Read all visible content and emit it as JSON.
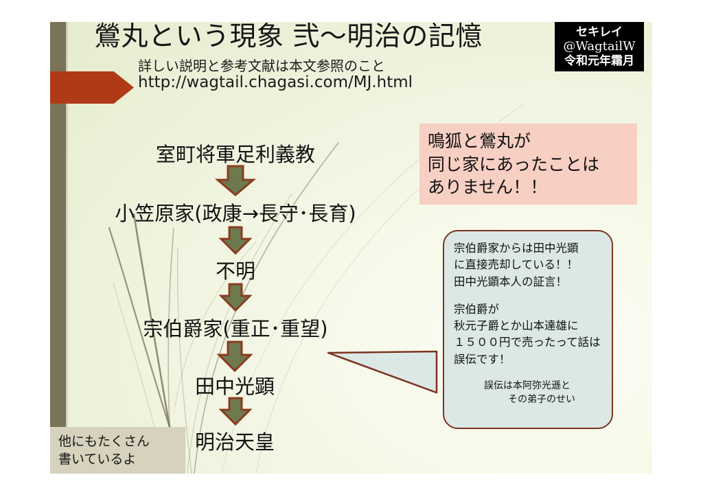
{
  "header": {
    "title": "鶯丸という現象 弐〜明治の記憶",
    "subtitle": "詳しい説明と参考文献は本文参照のこと",
    "url": "http://wagtail.chagasi.com/MJ.html"
  },
  "badge": {
    "line1": "セキレイ",
    "line2": "@WagtailW",
    "line3": "令和元年霜月"
  },
  "pink_callout": {
    "line1": "鳴狐と鶯丸が",
    "line2": "同じ家にあったことは",
    "line3": "ありません！！"
  },
  "flow": {
    "steps": [
      {
        "label": "室町将軍足利義教"
      },
      {
        "label": "小笠原家(政康→長守･長育)"
      },
      {
        "label": "不明"
      },
      {
        "label": "宗伯爵家(重正･重望)"
      },
      {
        "label": "田中光顕"
      },
      {
        "label": "明治天皇"
      }
    ],
    "arrow_icon": "down-arrow-icon"
  },
  "bubble": {
    "lines": [
      "宗伯爵家からは田中光顕",
      "に直接売却している！！",
      "田中光顕本人の証言！"
    ],
    "lines2": [
      "宗伯爵が",
      "秋元子爵とか山本達雄に",
      "１５００円で売ったって話は",
      "誤伝です！"
    ],
    "footnote1": "誤伝は本阿弥光遜と",
    "footnote2": "その弟子のせい"
  },
  "note": {
    "line1": "他にもたくさん",
    "line2": "書いているよ"
  },
  "colors": {
    "left_bar": "#7b7357",
    "banner": "#b03a16",
    "pink": "#f7cfc3",
    "bubble_fill": "#dce8e6",
    "bubble_border": "#7c3420",
    "arrow_fill": "#6c7a4e",
    "arrow_stroke": "#8c3b22",
    "note_box": "#d6d2bd",
    "badge_bg": "#000000"
  }
}
